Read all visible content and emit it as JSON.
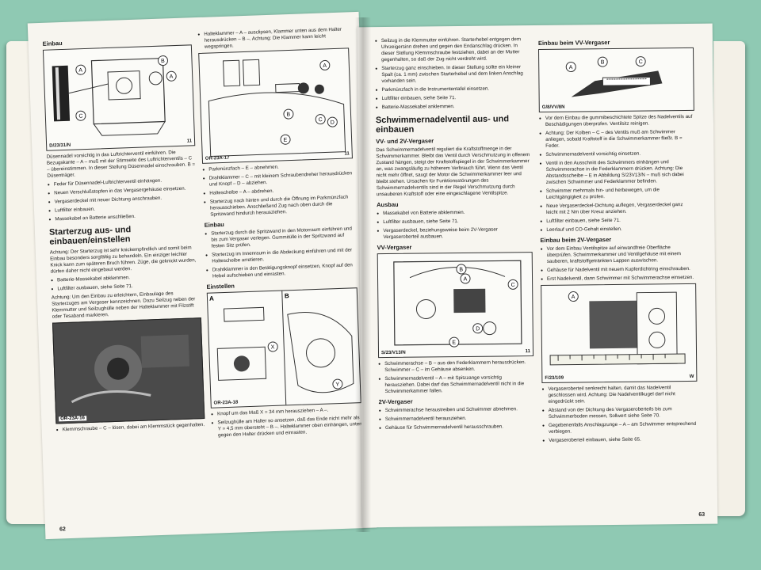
{
  "left_page": {
    "page_number": "62",
    "col1": {
      "heading_einbau": "Einbau",
      "fig1_label": "D/23/31/N",
      "fig1_mark": "11",
      "para1": "Düsennadel vorsichtig in das Luftrichterventil einführen. Die Bezugskante – A – muß mit der Stirnseite des Luftrichterventils – C – übereinstimmen. In dieser Stellung Düsennadel einschrauben. B = Düsenträger.",
      "bullets1": [
        "Feder für Düsennadel-Luftrichterventil einhängen.",
        "Neuen Verschlußstopfen in das Vergasergehäuse einsetzen.",
        "Vergaserdeckel mit neuer Dichtung anschrauben.",
        "Luftfilter einbauen.",
        "Massekabel an Batterie anschließen."
      ],
      "heading_starterzug": "Starterzug aus- und einbauen/einstellen",
      "achtung1": "Achtung: Der Starterzug ist sehr knickempfindlich und somit beim Einbau besonders sorgfältig zu behandeln. Ein einziger leichter Knick kann zum späteren Bruch führen. Züge, die geknickt wurden, dürfen daher nicht eingebaut werden.",
      "bullets2": [
        "Batterie-Massekabel abklemmen.",
        "Luftfilter ausbauen, siehe Seite 71."
      ],
      "achtung2": "Achtung: Um den Einbau zu erleichtern, Einbaulage des Starterzuges am Vergaser kennzeichnen. Dazu Seilzug neben der Klemmutter und Seilzughülle neben der Halteklammer mit Filzstift oder Tesaband markieren.",
      "photo1_label": "OR-23A-16",
      "bullets3": [
        "Klemmschraube – C – lösen, dabei am Klemmstück gegenhalten."
      ]
    },
    "col2": {
      "bullets_top": [
        "Halteklammer – A – ausclipsen, Klammer unten aus dem Halter herausdrücken – B –. Achtung: Die Klammer kann leicht wegspringen."
      ],
      "fig2_label": "OR-23A-17",
      "fig2_mark": "11",
      "bullets4": [
        "Parkmünzfach – E – abnehmen.",
        "Drahtklammer – C – mit kleinem Schraubendreher herausdrücken und Knopf – D – abziehen.",
        "Haltescheibe – A – abdrehen.",
        "Starterzug nach hinten und durch die Öffnung im Parkmünzfach herausschieben. Anschließend Zug nach oben durch die Spritzwand hindurch herausziehen."
      ],
      "heading_einbau2": "Einbau",
      "bullets5": [
        "Starterzug durch die Spritzwand in den Motorraum einführen und bis zum Vergaser verlegen. Gummitülle in der Spritzwand auf festen Sitz prüfen.",
        "Starterzug im Innenraum in die Abdeckung einführen und mit der Haltescheibe arretieren.",
        "Drahtklammer in den Betätigungsknopf einsetzen, Knopf auf den Hebel aufschieben und einrasten."
      ],
      "heading_einstellen": "Einstellen",
      "fig3_label": "OR-23A-18",
      "fig3_a": "A",
      "fig3_b": "B",
      "bullets6": [
        "Knopf um das Maß X = 34 mm herausziehen – A –.",
        "Seilzughülle am Halter so ansetzen, daß das Ende nicht mehr als Y = 4,5 mm übersteht – B –. Halteklammer oben einhängen, unten gegen den Halter drücken und einrasten."
      ]
    }
  },
  "right_page": {
    "page_number": "63",
    "col1": {
      "bullets1": [
        "Seilzug in die Klemmutter einführen. Starterhebel entgegen dem Uhrzeigersinn drehen und gegen den Endanschlag drücken. In dieser Stellung Klemmschraube festziehen, dabei an der Mutter gegenhalten, so daß der Zug nicht verdreht wird.",
        "Starterzug ganz einschieben. In dieser Stellung sollte ein kleiner Spalt (ca. 1 mm) zwischen Starterhebel und dem linken Anschlag vorhanden sein.",
        "Parkmünzfach in die Instrumententafel einsetzen.",
        "Luftfilter einbauen, siehe Seite 71.",
        "Batterie-Massekabel anklemmen."
      ],
      "heading_schwimmer": "Schwimmernadelventil aus- und einbauen",
      "sub_vv2v": "VV- und 2V-Vergaser",
      "para1": "Das Schwimmernadelventil reguliert die Kraftstoffmenge in der Schwimmerkammer. Bleibt das Ventil durch Verschmutzung in offenem Zustand hängen, steigt der Kraftstoffspiegel in der Schwimmerkammer an, was zwangsläufig zu höherem Verbrauch führt. Wenn das Ventil nicht mehr öffnet, saugt der Motor die Schwimmerkammer leer und bleibt stehen. Ursachen für Funktionsstörungen des Schwimmernadelventils sind in der Regel Verschmutzung durch unsauberen Kraftstoff oder eine eingeschlagene Ventilspitze.",
      "heading_ausbau": "Ausbau",
      "bullets2": [
        "Massekabel von Batterie abklemmen.",
        "Luftfilter ausbauen, siehe Seite 71.",
        "Vergaserdeckel, beziehungsweise beim 2V-Vergaser Vergaseroberteil ausbauen."
      ],
      "sub_vv": "VV-Vergaser",
      "fig4_label": "S/23/V13/N",
      "fig4_mark": "11",
      "bullets3": [
        "Schwimmerachse – B – aus den Federklammern herausdrücken. Schwimmer – C – im Gehäuse absenken.",
        "Schwimmernadelventil – A – mit Spitzzange vorsichtig herausziehen. Dabei darf das Schwimmernadelventil nicht in die Schwimmerkammer fallen."
      ],
      "sub_2v": "2V-Vergaser",
      "bullets4": [
        "Schwimmerachse heraustreiben und Schwimmer abnehmen.",
        "Schwimmernadelventil herausziehen.",
        "Gehäuse für Schwimmernadelventil herausschrauben."
      ]
    },
    "col2": {
      "heading_vv": "Einbau beim VV-Vergaser",
      "fig5_label": "G/8/VV/8N",
      "bullets1": [
        "Vor dem Einbau die gummibeschichtete Spitze des Nadelventils auf Beschädigungen überprüfen. Ventilsitz reinigen.",
        "Achtung: Der Kolben – C – des Ventils muß am Schwimmer anliegen, sobald Kraftstoff in die Schwimmerkammer fließt. B = Feder.",
        "Schwimmernadelventil vorsichtig einsetzen.",
        "Ventil in den Ausschnitt des Schwimmers einhängen und Schwimmerachse in die Federklammern drücken. Achtung: Die Abstandsscheibe – E in Abbildung S/23V13/N – muß sich dabei zwischen Schwimmer und Federklammer befinden.",
        "Schwimmer mehrmals hin- und herbewegen, um die Leichtgängigkeit zu prüfen.",
        "Neue Vergaserdeckel-Dichtung auflegen, Vergaserdeckel ganz leicht mit 2 Nm über Kreuz anziehen.",
        "Luftfilter einbauen, siehe Seite 71.",
        "Leerlauf und CO-Gehalt einstellen."
      ],
      "heading_2v": "Einbau beim 2V-Vergaser",
      "bullets2": [
        "Vor dem Einbau Ventilspitze auf einwandfreie Oberfläche überprüfen. Schwimmerkammer und Ventilgehäuse mit einem sauberen, kraftstoffgetränkten Lappen auswischen.",
        "Gehäuse für Nadelventil mit neuem Kupferdichtring einschrauben.",
        "Erst Nadelventil, dann Schwimmer mit Schwimmerachse einsetzen."
      ],
      "fig6_label": "F/23/109",
      "fig6_mark": "W",
      "bullets3": [
        "Vergaseroberteil senkrecht halten, damit das Nadelventil geschlossen wird. Achtung: Die Nadelventilkugel darf nicht eingedrückt sein.",
        "Abstand von der Dichtung des Vergaseroberteils bis zum Schwimmerboden messen, Sollwert siehe Seite 70.",
        "Gegebenenfalls Anschlagzunge – A – am Schwimmer entsprechend verbiegen.",
        "Vergaseroberteil einbauen, siehe Seite 65."
      ]
    }
  },
  "figure_callouts": {
    "a": "A",
    "b": "B",
    "c": "C",
    "d": "D",
    "e": "E",
    "x": "X",
    "y": "Y"
  }
}
